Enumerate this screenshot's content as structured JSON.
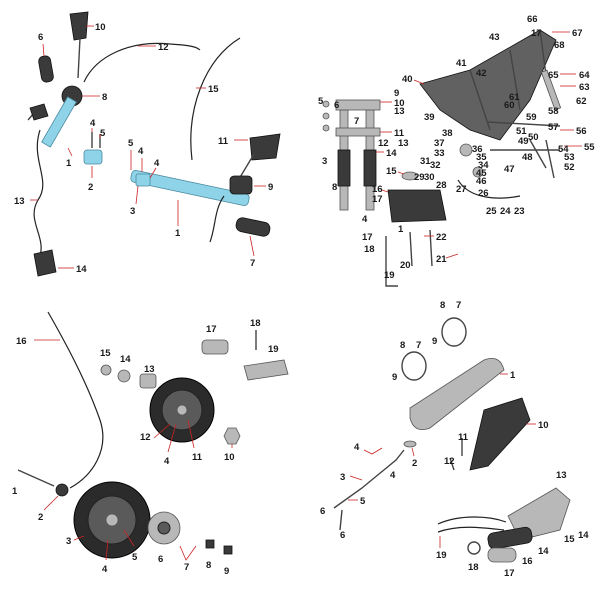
{
  "quadrants": {
    "handlebar": {
      "callouts": [
        {
          "id": "h10",
          "text": "10"
        },
        {
          "id": "h12",
          "text": "12"
        },
        {
          "id": "h6",
          "text": "6"
        },
        {
          "id": "h8",
          "text": "8"
        },
        {
          "id": "h15",
          "text": "15"
        },
        {
          "id": "h4a",
          "text": "4"
        },
        {
          "id": "h5a",
          "text": "5"
        },
        {
          "id": "h1a",
          "text": "1"
        },
        {
          "id": "h2",
          "text": "2"
        },
        {
          "id": "h11",
          "text": "11"
        },
        {
          "id": "h5b",
          "text": "5"
        },
        {
          "id": "h4b",
          "text": "4"
        },
        {
          "id": "h4c",
          "text": "4"
        },
        {
          "id": "h3",
          "text": "3"
        },
        {
          "id": "h9",
          "text": "9"
        },
        {
          "id": "h13",
          "text": "13"
        },
        {
          "id": "h1b",
          "text": "1"
        },
        {
          "id": "h7",
          "text": "7"
        },
        {
          "id": "h14",
          "text": "14"
        }
      ]
    },
    "frame": {
      "callouts": [
        {
          "id": "f66",
          "text": "66"
        },
        {
          "id": "f17a",
          "text": "17"
        },
        {
          "id": "f67",
          "text": "67"
        },
        {
          "id": "f43",
          "text": "43"
        },
        {
          "id": "f68",
          "text": "68"
        },
        {
          "id": "f41",
          "text": "41"
        },
        {
          "id": "f42",
          "text": "42"
        },
        {
          "id": "f65",
          "text": "65"
        },
        {
          "id": "f64",
          "text": "64"
        },
        {
          "id": "f40",
          "text": "40"
        },
        {
          "id": "f63",
          "text": "63"
        },
        {
          "id": "f9",
          "text": "9"
        },
        {
          "id": "f10",
          "text": "10"
        },
        {
          "id": "f13a",
          "text": "13"
        },
        {
          "id": "f5",
          "text": "5"
        },
        {
          "id": "f62",
          "text": "62"
        },
        {
          "id": "f6",
          "text": "6"
        },
        {
          "id": "f39",
          "text": "39"
        },
        {
          "id": "f59",
          "text": "59"
        },
        {
          "id": "f58",
          "text": "58"
        },
        {
          "id": "f7",
          "text": "7"
        },
        {
          "id": "f61",
          "text": "61"
        },
        {
          "id": "f60",
          "text": "60"
        },
        {
          "id": "f57",
          "text": "57"
        },
        {
          "id": "f56",
          "text": "56"
        },
        {
          "id": "f11",
          "text": "11"
        },
        {
          "id": "f12",
          "text": "12"
        },
        {
          "id": "f13b",
          "text": "13"
        },
        {
          "id": "f38",
          "text": "38"
        },
        {
          "id": "f51",
          "text": "51"
        },
        {
          "id": "f49",
          "text": "49"
        },
        {
          "id": "f50",
          "text": "50"
        },
        {
          "id": "f14",
          "text": "14"
        },
        {
          "id": "f37",
          "text": "37"
        },
        {
          "id": "f36",
          "text": "36"
        },
        {
          "id": "f35",
          "text": "35"
        },
        {
          "id": "f55",
          "text": "55"
        },
        {
          "id": "f54",
          "text": "54"
        },
        {
          "id": "f33",
          "text": "33"
        },
        {
          "id": "f34",
          "text": "34"
        },
        {
          "id": "f48",
          "text": "48"
        },
        {
          "id": "f53",
          "text": "53"
        },
        {
          "id": "f3",
          "text": "3"
        },
        {
          "id": "f31",
          "text": "31"
        },
        {
          "id": "f32",
          "text": "32"
        },
        {
          "id": "f45",
          "text": "45"
        },
        {
          "id": "f47",
          "text": "47"
        },
        {
          "id": "f52",
          "text": "52"
        },
        {
          "id": "f15",
          "text": "15"
        },
        {
          "id": "f29",
          "text": "29"
        },
        {
          "id": "f30",
          "text": "30"
        },
        {
          "id": "f46",
          "text": "46"
        },
        {
          "id": "f8",
          "text": "8"
        },
        {
          "id": "f28",
          "text": "28"
        },
        {
          "id": "f27",
          "text": "27"
        },
        {
          "id": "f16",
          "text": "16"
        },
        {
          "id": "f26",
          "text": "26"
        },
        {
          "id": "f17b",
          "text": "17"
        },
        {
          "id": "f25",
          "text": "25"
        },
        {
          "id": "f24",
          "text": "24"
        },
        {
          "id": "f23",
          "text": "23"
        },
        {
          "id": "f4",
          "text": "4"
        },
        {
          "id": "f1",
          "text": "1"
        },
        {
          "id": "f17c",
          "text": "17"
        },
        {
          "id": "f22",
          "text": "22"
        },
        {
          "id": "f18",
          "text": "18"
        },
        {
          "id": "f20",
          "text": "20"
        },
        {
          "id": "f21",
          "text": "21"
        },
        {
          "id": "f19",
          "text": "19"
        }
      ]
    },
    "wheels": {
      "callouts": [
        {
          "id": "w16",
          "text": "16"
        },
        {
          "id": "w15",
          "text": "15"
        },
        {
          "id": "w14",
          "text": "14"
        },
        {
          "id": "w13",
          "text": "13"
        },
        {
          "id": "w17",
          "text": "17"
        },
        {
          "id": "w18",
          "text": "18"
        },
        {
          "id": "w19",
          "text": "19"
        },
        {
          "id": "w12",
          "text": "12"
        },
        {
          "id": "w4a",
          "text": "4"
        },
        {
          "id": "w11",
          "text": "11"
        },
        {
          "id": "w10",
          "text": "10"
        },
        {
          "id": "w1",
          "text": "1"
        },
        {
          "id": "w2",
          "text": "2"
        },
        {
          "id": "w3",
          "text": "3"
        },
        {
          "id": "w4b",
          "text": "4"
        },
        {
          "id": "w5",
          "text": "5"
        },
        {
          "id": "w6",
          "text": "6"
        },
        {
          "id": "w7",
          "text": "7"
        },
        {
          "id": "w8",
          "text": "8"
        },
        {
          "id": "w9",
          "text": "9"
        }
      ]
    },
    "exhaust": {
      "callouts": [
        {
          "id": "e8a",
          "text": "8"
        },
        {
          "id": "e7a",
          "text": "7"
        },
        {
          "id": "e8b",
          "text": "8"
        },
        {
          "id": "e7b",
          "text": "7"
        },
        {
          "id": "e9a",
          "text": "9"
        },
        {
          "id": "e9b",
          "text": "9"
        },
        {
          "id": "e1",
          "text": "1"
        },
        {
          "id": "e10",
          "text": "10"
        },
        {
          "id": "e11",
          "text": "11"
        },
        {
          "id": "e4a",
          "text": "4"
        },
        {
          "id": "e2",
          "text": "2"
        },
        {
          "id": "e12",
          "text": "12"
        },
        {
          "id": "e4b",
          "text": "4"
        },
        {
          "id": "e3",
          "text": "3"
        },
        {
          "id": "e13",
          "text": "13"
        },
        {
          "id": "e5",
          "text": "5"
        },
        {
          "id": "e6a",
          "text": "6"
        },
        {
          "id": "e6b",
          "text": "6"
        },
        {
          "id": "e15",
          "text": "15"
        },
        {
          "id": "e14a",
          "text": "14"
        },
        {
          "id": "e14b",
          "text": "14"
        },
        {
          "id": "e16",
          "text": "16"
        },
        {
          "id": "e19",
          "text": "19"
        },
        {
          "id": "e18",
          "text": "18"
        },
        {
          "id": "e17",
          "text": "17"
        }
      ]
    }
  }
}
